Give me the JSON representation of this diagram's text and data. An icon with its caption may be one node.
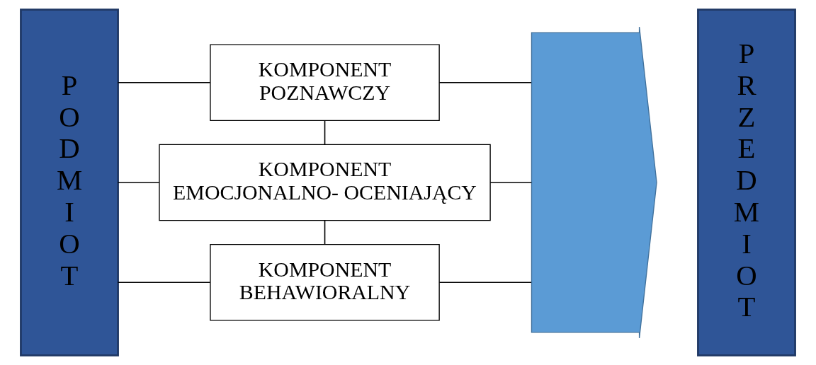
{
  "diagram": {
    "nodes": [
      {
        "text": [
          "PODMIOT"
        ]
      },
      {
        "text": [
          "KOMPONENT POZNAWCZY"
        ]
      },
      {
        "text": [
          "KOMPONENT EMOCJONALNO- OCENIAJĄCY"
        ]
      },
      {
        "text": [
          "KOMPONENT BEHAWIORALNY"
        ]
      },
      {
        "text": [],
        "shape": "arrow"
      },
      {
        "text": [
          "PRZEDMIOT"
        ]
      }
    ],
    "edges": [
      {
        "from": 0,
        "to": 1,
        "arrow": "none"
      },
      {
        "from": 0,
        "to": 2,
        "arrow": "none"
      },
      {
        "from": 0,
        "to": 3,
        "arrow": "none"
      },
      {
        "from": 1,
        "to": 2,
        "arrow": "none"
      },
      {
        "from": 2,
        "to": 3,
        "arrow": "none"
      },
      {
        "from": 1,
        "to": 4,
        "arrow": "none"
      },
      {
        "from": 2,
        "to": 4,
        "arrow": "none"
      },
      {
        "from": 3,
        "to": 4,
        "arrow": "none"
      }
    ]
  }
}
